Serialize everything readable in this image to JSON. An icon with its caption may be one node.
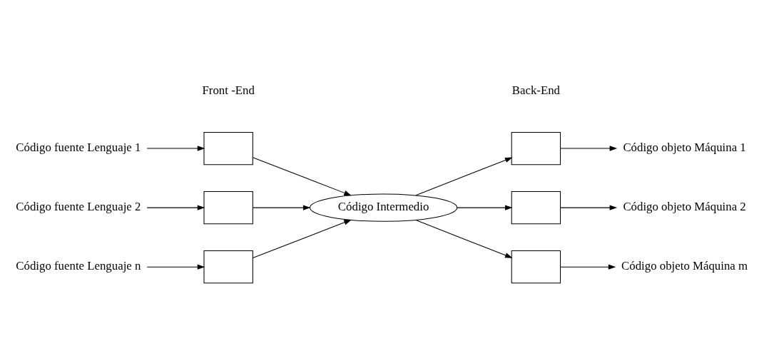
{
  "diagram": {
    "nodes": [
      {
        "text": [
          "Código fuente Lenguaje 1"
        ]
      },
      {
        "text": [],
        "shape": "box"
      },
      {
        "text": [
          "Código fuente Lenguaje 2"
        ]
      },
      {
        "text": [],
        "shape": "box"
      },
      {
        "text": [
          "Código fuente Lenguaje n"
        ]
      },
      {
        "text": [],
        "shape": "box"
      },
      {
        "text": [
          "Código Intermedio"
        ]
      },
      {
        "text": [],
        "shape": "box"
      },
      {
        "text": [
          "Código objeto Máquina 1"
        ]
      },
      {
        "text": [],
        "shape": "box"
      },
      {
        "text": [
          "Código objeto Máquina 2"
        ]
      },
      {
        "text": [],
        "shape": "box"
      },
      {
        "text": [
          "Código objeto Máquina m"
        ]
      }
    ],
    "edges": [
      {
        "from": 0,
        "to": 1,
        "arrow": "to"
      },
      {
        "from": 2,
        "to": 3,
        "arrow": "to"
      },
      {
        "from": 4,
        "to": 5,
        "arrow": "to"
      },
      {
        "from": 1,
        "to": 6,
        "arrow": "to"
      },
      {
        "from": 3,
        "to": 6,
        "arrow": "to"
      },
      {
        "from": 5,
        "to": 6,
        "arrow": "to"
      },
      {
        "from": 6,
        "to": 7,
        "arrow": "to"
      },
      {
        "from": 6,
        "to": 9,
        "arrow": "to"
      },
      {
        "from": 6,
        "to": 11,
        "arrow": "to"
      },
      {
        "from": 7,
        "to": 8,
        "arrow": "to"
      },
      {
        "from": 9,
        "to": 10,
        "arrow": "to"
      },
      {
        "from": 11,
        "to": 12,
        "arrow": "to"
      }
    ],
    "labels": [
      "Front -End",
      "Back-End"
    ]
  }
}
